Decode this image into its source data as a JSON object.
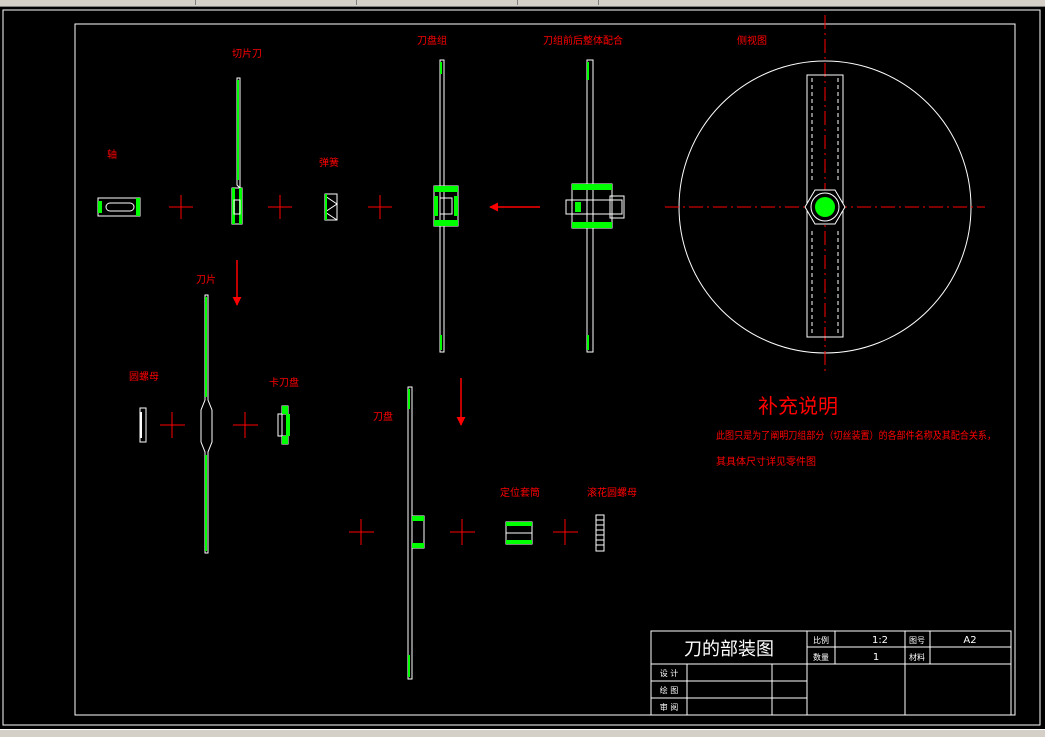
{
  "colors": {
    "background": "#000000",
    "frame": "#ffffff",
    "part_outline": "#ffffff",
    "part_fill": "#00ff00",
    "label": "#ff0000",
    "center_mark": "#ff0000"
  },
  "labels": {
    "shaft": "轴",
    "slicing_blade": "切片刀",
    "spring": "弹簧",
    "cutter_disc_group": "刀盘组",
    "cutter_disc_assembly": "刀组前后整体配合",
    "side_view": "侧视图",
    "blade": "刀片",
    "round_nut": "圆螺母",
    "clamp_disc": "卡刀盘",
    "cutter_disc": "刀盘",
    "locating_sleeve": "定位套筒",
    "knurled_round_nut": "滚花圆螺母"
  },
  "notes": {
    "title": "补充说明",
    "line1": "此图只是为了阐明刀组部分（切丝装置）的各部件名称及其配合关系，",
    "line2": "其具体尺寸详见零件图"
  },
  "title_block": {
    "drawing_title": "刀的部装图",
    "scale_label": "比例",
    "scale_value": "1:2",
    "drawing_no_label": "图号",
    "drawing_no_value": "A2",
    "quantity_label": "数量",
    "quantity_value": "1",
    "material_label": "材料",
    "designer_label": "设 计",
    "drafter_label": "绘 图",
    "reviewer_label": "审 阅"
  }
}
